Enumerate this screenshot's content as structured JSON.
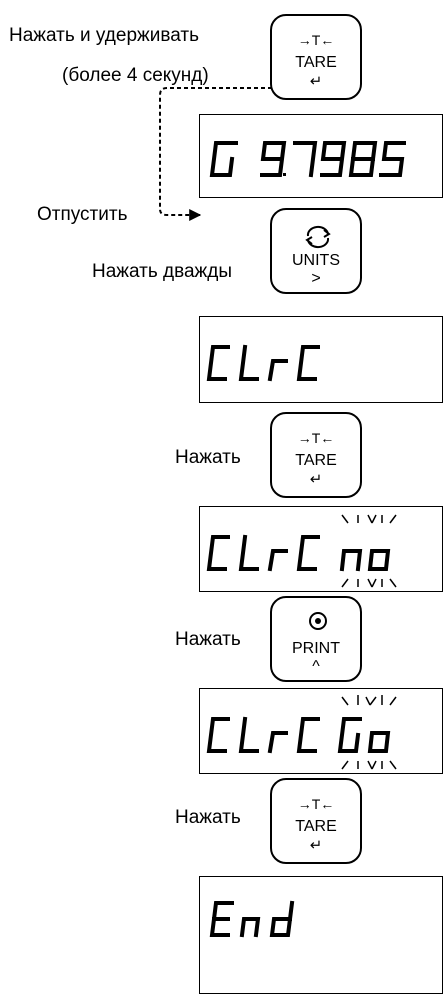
{
  "labels": {
    "hold": "Нажать и удерживать",
    "hold_duration": "(более 4 секунд)",
    "release": "Отпустить",
    "press_twice": "Нажать дважды",
    "press_1": "Нажать",
    "press_2": "Нажать",
    "press_3": "Нажать"
  },
  "keys": {
    "tare": {
      "label": "TARE",
      "symbol": "→T←",
      "sub": "↵"
    },
    "units": {
      "label": "UNITS",
      "icon": "refresh-icon",
      "sub": ">"
    },
    "print": {
      "label": "PRINT",
      "icon": "print-target-icon",
      "sub": "^"
    }
  },
  "displays": [
    {
      "id": "calibration-value",
      "text": "G 9.7985"
    },
    {
      "id": "clrc",
      "text": "ClrC"
    },
    {
      "id": "clrc-no",
      "text": "ClrC no",
      "blinking": "no"
    },
    {
      "id": "clrc-go",
      "text": "ClrC Go",
      "blinking": "Go"
    },
    {
      "id": "end",
      "text": "End"
    }
  ]
}
